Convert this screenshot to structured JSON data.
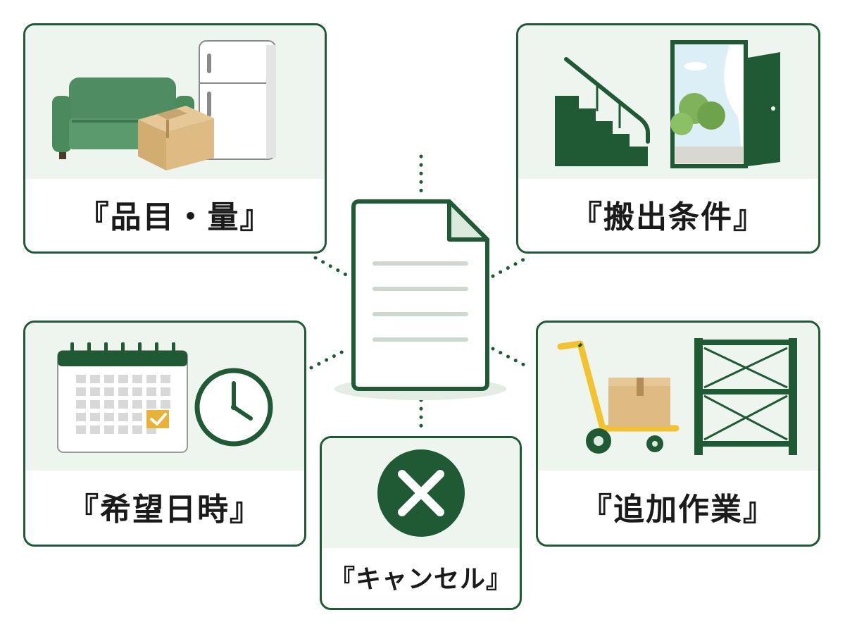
{
  "colors": {
    "primary": "#1f5a35",
    "panel": "#eef5ee",
    "sofa": "#4f8c62",
    "box": "#d9b884",
    "cart_yellow": "#f2c230",
    "calendar_check": "#e8b23a",
    "tree": "#7fb25a"
  },
  "center": {
    "icon": "document-icon"
  },
  "cards": {
    "items": {
      "label": "『品目・量』",
      "icons": [
        "sofa-icon",
        "cardboard-box-icon",
        "refrigerator-icon"
      ]
    },
    "conditions": {
      "label": "『搬出条件』",
      "icons": [
        "stairs-icon",
        "open-door-icon"
      ]
    },
    "date": {
      "label": "『希望日時』",
      "icons": [
        "calendar-icon",
        "clock-icon"
      ]
    },
    "work": {
      "label": "『追加作業』",
      "icons": [
        "hand-truck-icon",
        "shelf-rack-icon"
      ]
    },
    "cancel": {
      "label": "『キャンセル』",
      "icons": [
        "cancel-x-icon"
      ]
    }
  }
}
